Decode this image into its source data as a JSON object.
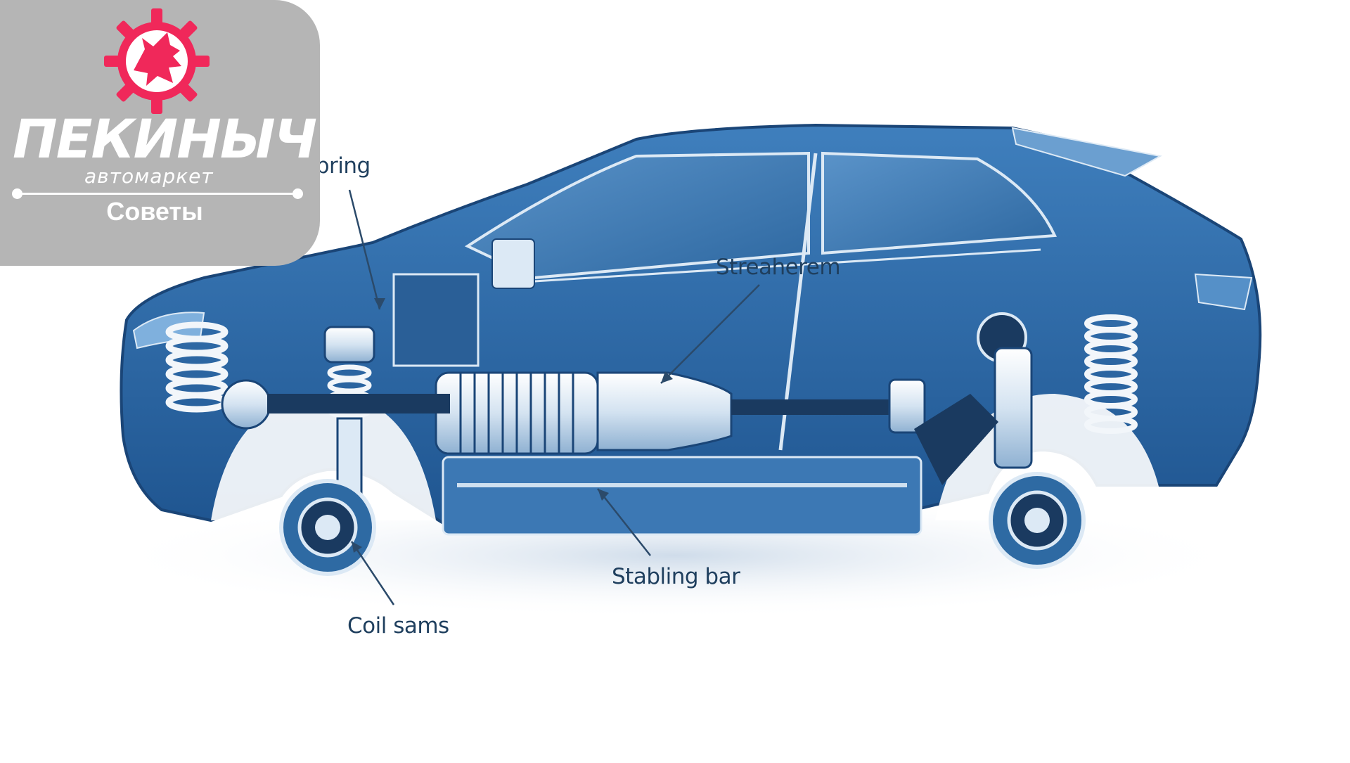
{
  "brand": {
    "name": "ПЕКИНЫЧ",
    "subtitle": "автомаркет",
    "tagline": "Советы",
    "accent_color": "#f0285a",
    "card_color": "#b5b5b5",
    "logo_icon": "gear-with-dragon-head-icon"
  },
  "diagram": {
    "subject": "car-suspension-cutaway",
    "body_color": "#2e6aa3",
    "callouts": [
      {
        "id": "coil-spring",
        "label": "Coil spring"
      },
      {
        "id": "streaherem",
        "label": "Streaherem"
      },
      {
        "id": "stabling-bar",
        "label": "Stabling bar"
      },
      {
        "id": "coil-sams",
        "label": "Coil sams"
      }
    ]
  }
}
